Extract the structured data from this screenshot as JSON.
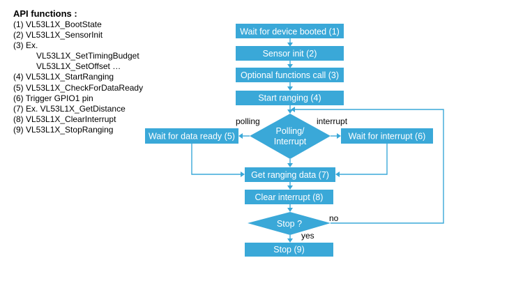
{
  "api": {
    "title": "API functions :",
    "items": [
      {
        "text": "(1) VL53L1X_BootState",
        "indent": false
      },
      {
        "text": "(2) VL53L1X_SensorInit",
        "indent": false
      },
      {
        "text": "(3) Ex.",
        "indent": false
      },
      {
        "text": "VL53L1X_SetTimingBudget",
        "indent": true
      },
      {
        "text": "VL53L1X_SetOffset …",
        "indent": true
      },
      {
        "text": "(4) VL53L1X_StartRanging",
        "indent": false
      },
      {
        "text": "(5) VL53L1X_CheckForDataReady",
        "indent": false
      },
      {
        "text": "(6) Trigger GPIO1 pin",
        "indent": false
      },
      {
        "text": "(7) Ex. VL53L1X_GetDistance",
        "indent": false
      },
      {
        "text": "(8) VL53L1X_ClearInterrupt",
        "indent": false
      },
      {
        "text": "(9) VL53L1X_StopRanging",
        "indent": false
      }
    ]
  },
  "flow": {
    "wait_boot": "Wait for device booted (1)",
    "sensor_init": "Sensor init (2)",
    "optional_calls": "Optional functions call (3)",
    "start_ranging": "Start ranging (4)",
    "decision_polling_line1": "Polling/",
    "decision_polling_line2": "Interrupt",
    "label_polling": "polling",
    "label_interrupt": "interrupt",
    "wait_data_ready": "Wait for data ready (5)",
    "wait_interrupt": "Wait for interrupt (6)",
    "get_ranging_data": "Get ranging data (7)",
    "clear_interrupt": "Clear interrupt (8)",
    "decision_stop": "Stop ?",
    "label_no": "no",
    "label_yes": "yes",
    "stop": "Stop (9)"
  },
  "colors": {
    "accent": "#3aa8d8",
    "box_text": "#ffffff"
  }
}
